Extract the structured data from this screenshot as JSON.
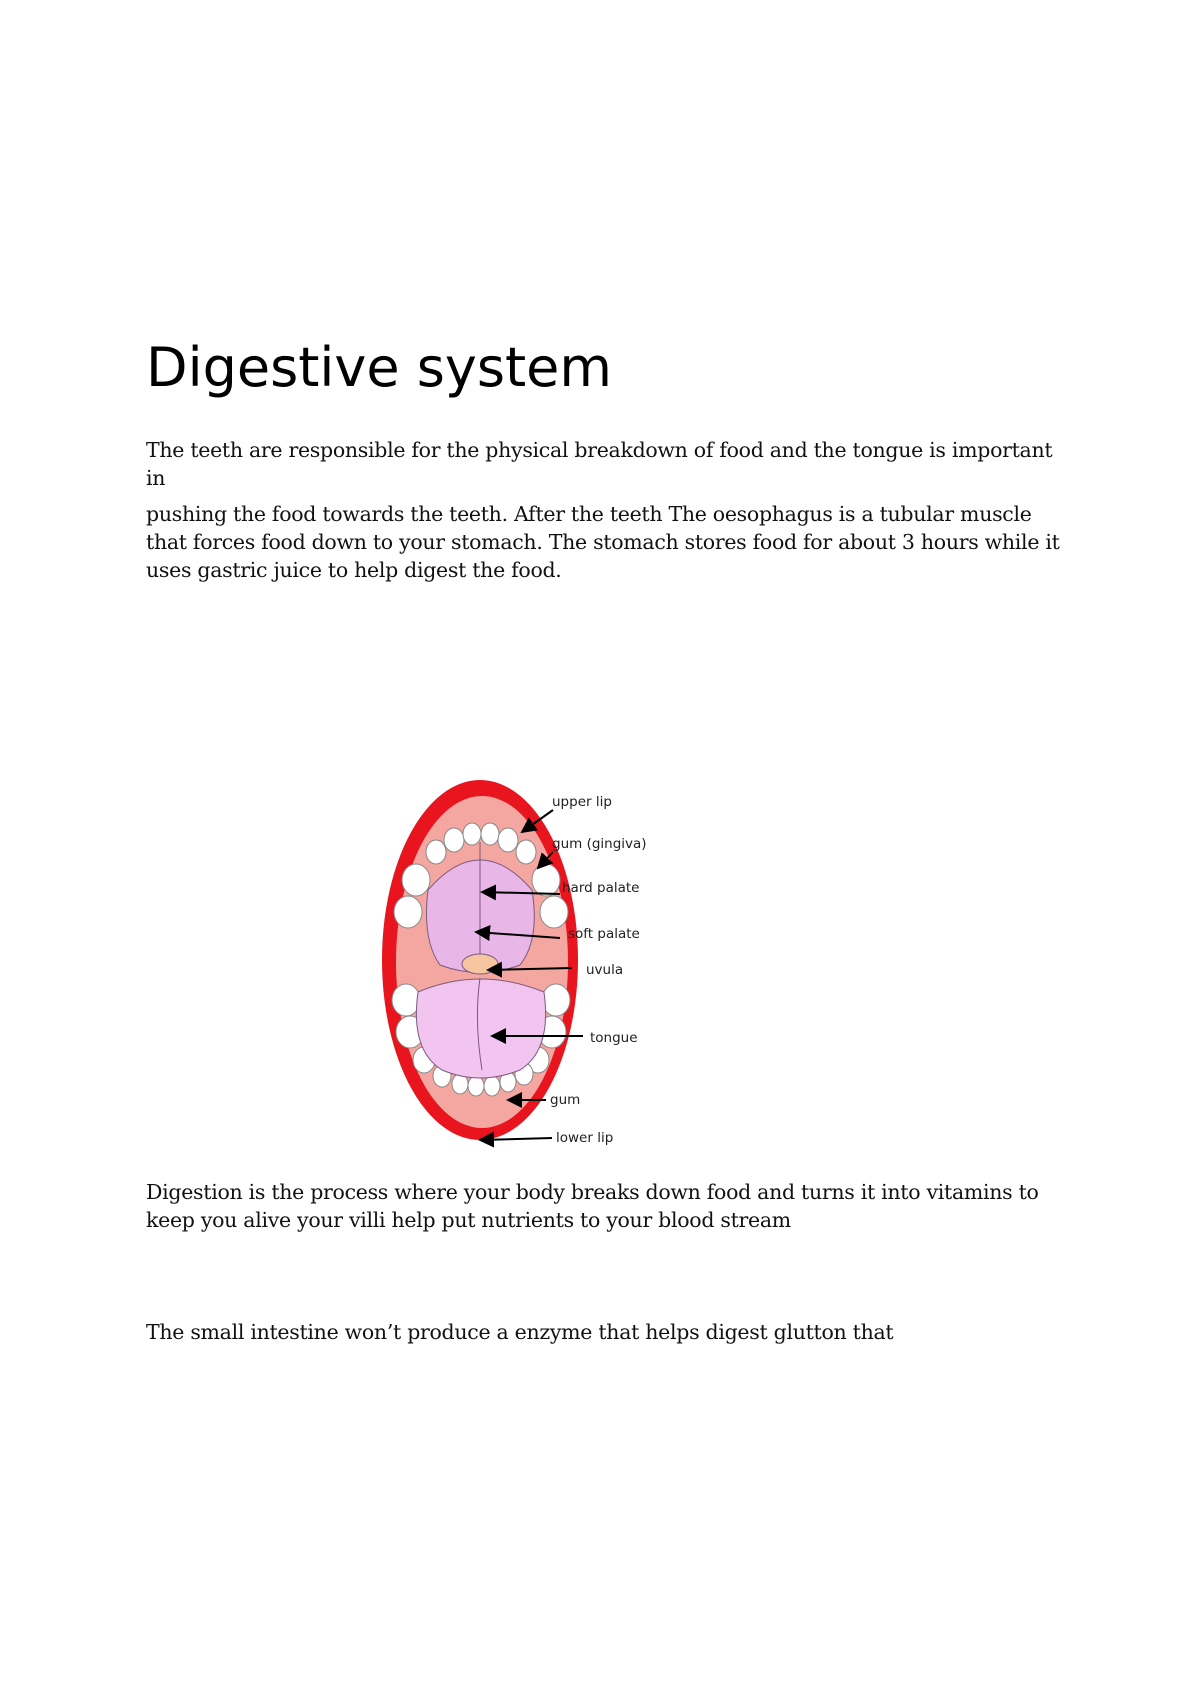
{
  "document": {
    "title": "Digestive system",
    "paragraph1_line1": "The teeth are responsible for the physical breakdown of food and the tongue is important in",
    "paragraph1_rest": "pushing the food towards the teeth.  After the teeth The oesophagus is a tubular muscle that forces food down to your stomach. The stomach stores food for about 3 hours while it uses gastric juice to help digest the food.",
    "paragraph2": "Digestion is the process where your body breaks down food and turns it into vitamins to keep you alive your villi help put nutrients to your blood stream",
    "paragraph3": "The small intestine won’t produce a enzyme that helps digest glutton that"
  },
  "diagram": {
    "labels": {
      "upper_lip": "upper lip",
      "gum_gingiva": "gum (gingiva)",
      "hard_palate": "hard palate",
      "soft_palate": "soft palate",
      "uvula": "uvula",
      "tongue": "tongue",
      "gum": "gum",
      "lower_lip": "lower lip"
    },
    "colors": {
      "lip": "#e8141e",
      "gum": "#f4a6a0",
      "palate": "#e9b6e8",
      "tongue": "#f2c4f0",
      "uvula": "#f5c6a0",
      "teeth": "#ffffff"
    }
  }
}
